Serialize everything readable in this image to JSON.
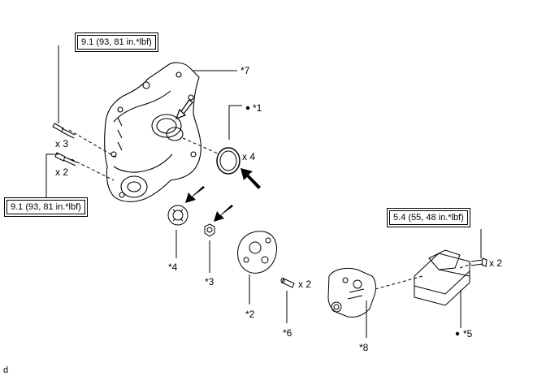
{
  "torque_boxes": [
    {
      "text": "9.1 (93, 81 in.*lbf)"
    },
    {
      "text": "9.1 (93, 81 in.*lbf)"
    },
    {
      "text": "5.4 (55, 48 in.*lbf)"
    }
  ],
  "callouts": {
    "c7": "*7",
    "c1": "*1",
    "c4": "*4",
    "c3": "*3",
    "c2": "*2",
    "c6": "*6",
    "c8": "*8",
    "c5": "*5"
  },
  "quantities": {
    "bolt_upper": "x 3",
    "bolt_lower": "x 2",
    "oring": "x 4",
    "pin": "x 2",
    "cover_bolt": "x 2"
  },
  "footer_code": "d"
}
